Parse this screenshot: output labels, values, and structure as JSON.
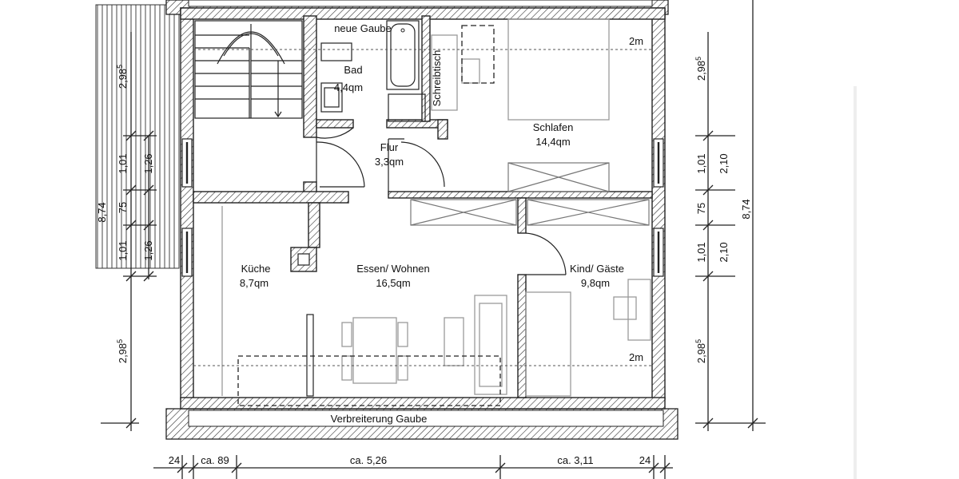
{
  "rooms": {
    "bad": {
      "name": "Bad",
      "area": "4,4qm"
    },
    "flur": {
      "name": "Flur",
      "area": "3,3qm"
    },
    "schlafen": {
      "name": "Schlafen",
      "area": "14,4qm"
    },
    "kueche": {
      "name": "Küche",
      "area": "8,7qm"
    },
    "essen": {
      "name": "Essen/ Wohnen",
      "area": "16,5qm"
    },
    "kind": {
      "name": "Kind/ Gäste",
      "area": "9,8qm"
    }
  },
  "labels": {
    "neue_gaube": "neue Gaube",
    "schreibtisch": "Schreibtisch",
    "verbreiterung": "Verbreiterung Gaube",
    "line_top": "2m",
    "line_bottom": "2m"
  },
  "dims_bottom": [
    "24",
    "ca. 89",
    "ca. 5,26",
    "ca. 3,11",
    "24"
  ],
  "dims_left": {
    "top": "2,98",
    "top_sup": "5",
    "mid_outer_1": "1,01",
    "mid_outer_2": "75",
    "mid_outer_3": "1,01",
    "mid_inner_1": "1,26",
    "mid_inner_2": "1,26",
    "bottom": "2,98",
    "bottom_sup": "5",
    "total_partial": "8,74"
  },
  "dims_right": {
    "top": "2,98",
    "top_sup": "5",
    "mid_1": "1,01",
    "mid_2": "75",
    "mid_3": "1,01",
    "mid_inner_1": "2,10",
    "mid_inner_2": "2,10",
    "bottom": "2,98",
    "bottom_sup": "5",
    "total": "8,74"
  }
}
